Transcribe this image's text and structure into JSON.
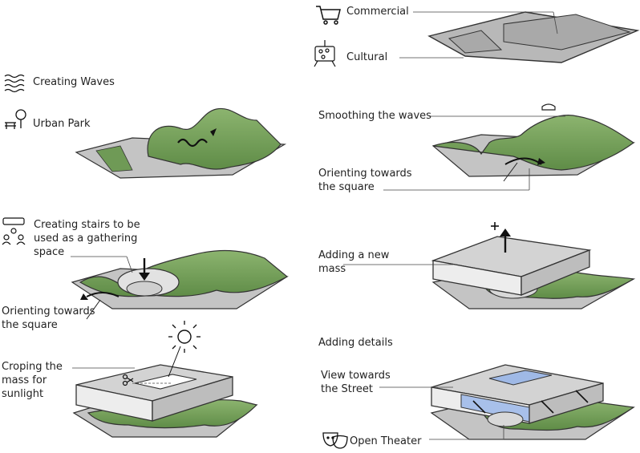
{
  "labels": {
    "commercial": "Commercial",
    "cultural": "Cultural",
    "creating_waves": "Creating Waves",
    "urban_park": "Urban Park",
    "smoothing_waves": "Smoothing the waves",
    "orienting_square_1": "Orienting towards the square",
    "creating_stairs": "Creating stairs to be used as a gathering space",
    "adding_mass": "Adding a new mass",
    "orienting_square_2": "Orienting towards the square",
    "adding_details": "Adding details",
    "croping_mass": "Croping the mass for sunlight",
    "view_street": "View towards the Street",
    "open_theater": "Open Theater"
  },
  "icons": [
    "cart-icon",
    "easel-icon",
    "waves-icon",
    "tree-bench-icon",
    "iron-icon",
    "people-gathering-icon",
    "sun-icon",
    "scissors-icon",
    "plus-icon",
    "theater-masks-icon"
  ],
  "colors": {
    "green": "#7fa863",
    "green_dark": "#4f7a3c",
    "slab": "#c8c8c8",
    "mass": "#bdbdbd",
    "glass": "#9fb9e6"
  }
}
